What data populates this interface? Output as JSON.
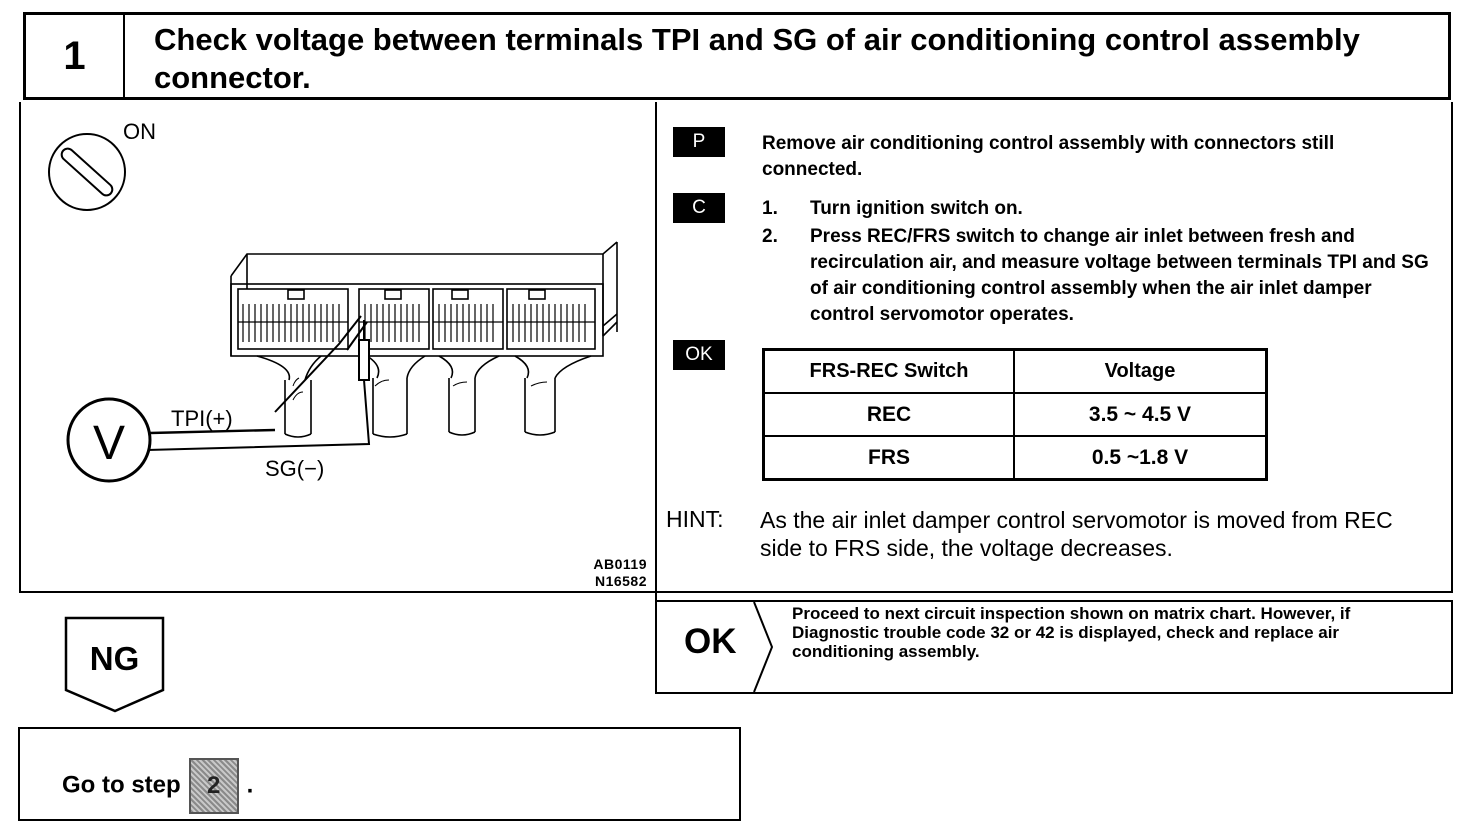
{
  "step": {
    "number": "1",
    "title": "Check voltage between terminals TPI and SG of air conditioning control assembly connector."
  },
  "diagram": {
    "switch_label": "ON",
    "meter_label": "V",
    "tpi_label": "TPI(+)",
    "sg_label": "SG(−)",
    "fig_code_1": "AB0119",
    "fig_code_2": "N16582",
    "icons": [
      "ignition-switch-icon",
      "voltmeter-icon",
      "connector-icon"
    ]
  },
  "instructions": {
    "p_tag": "P",
    "p_text": "Remove air conditioning control assembly with connectors still connected.",
    "c_tag": "C",
    "c_steps": [
      {
        "n": "1.",
        "text": "Turn ignition switch on."
      },
      {
        "n": "2.",
        "text": "Press REC/FRS switch to change air inlet between fresh and recirculation air, and measure voltage between terminals TPI and SG of air conditioning control assembly when the air inlet damper control servomotor operates."
      }
    ],
    "ok_tag": "OK"
  },
  "table": {
    "headers": [
      "FRS-REC Switch",
      "Voltage"
    ],
    "rows": [
      [
        "REC",
        "3.5 ~ 4.5 V"
      ],
      [
        "FRS",
        "0.5 ~1.8 V"
      ]
    ]
  },
  "hint": {
    "label": "HINT:",
    "text": "As the air inlet damper control servomotor is moved from REC side to FRS side, the voltage decreases."
  },
  "ok_result": {
    "label": "OK",
    "text": "Proceed to next circuit inspection shown on matrix chart. However, if Diagnostic trouble code 32 or 42 is displayed, check and replace air conditioning assembly."
  },
  "ng_result": {
    "label": "NG",
    "goto_prefix": "Go to step",
    "goto_step": "2",
    "goto_suffix": "."
  }
}
